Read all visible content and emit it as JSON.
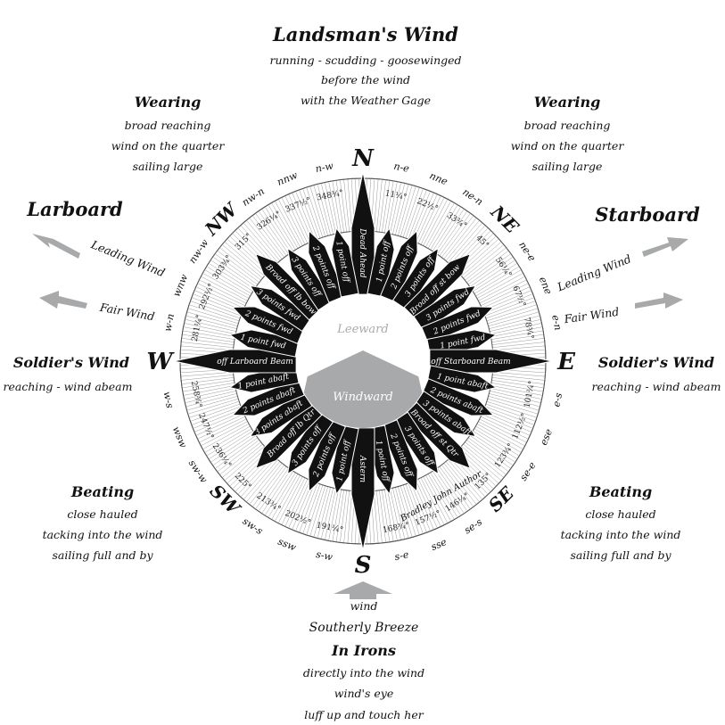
{
  "title_block": {
    "heading": "Landsman's Wind",
    "lines": [
      "running - scudding - goosewinged",
      "before the wind",
      "with the Weather Gage"
    ]
  },
  "wearing_left": {
    "heading": "Wearing",
    "lines": [
      "broad reaching",
      "wind on the quarter",
      "sailing large"
    ]
  },
  "wearing_right": {
    "heading": "Wearing",
    "lines": [
      "broad reaching",
      "wind on the quarter",
      "sailing large"
    ]
  },
  "larboard": {
    "heading": "Larboard",
    "leading": "Leading Wind",
    "fair": "Fair Wind"
  },
  "starboard": {
    "heading": "Starboard",
    "leading": "Leading Wind",
    "fair": "Fair Wind"
  },
  "soldier_left": {
    "heading": "Soldier's Wind",
    "line": "reaching - wind abeam"
  },
  "soldier_right": {
    "heading": "Soldier's Wind",
    "line": "reaching - wind abeam"
  },
  "beating_left": {
    "heading": "Beating",
    "lines": [
      "close hauled",
      "tacking into the wind",
      "sailing full and by"
    ]
  },
  "beating_right": {
    "heading": "Beating",
    "lines": [
      "close hauled",
      "tacking into the wind",
      "sailing full and by"
    ]
  },
  "bottom_block": {
    "wind": "wind",
    "breeze": "Southerly Breeze",
    "heading": "In Irons",
    "lines": [
      "directly into the wind",
      "wind's eye",
      "luff up and touch her"
    ]
  },
  "center": {
    "leeward": "Leeward",
    "windward": "Windward",
    "signature": "Bradley John Author"
  },
  "compass_points": [
    "N",
    "n-e",
    "nne",
    "ne-n",
    "NE",
    "ne-e",
    "ene",
    "e-n",
    "E",
    "e-s",
    "ese",
    "se-e",
    "SE",
    "se-s",
    "sse",
    "s-e",
    "S",
    "s-w",
    "ssw",
    "sw-s",
    "SW",
    "sw-w",
    "wsw",
    "w-s",
    "W",
    "w-n",
    "wnw",
    "nw-w",
    "NW",
    "nw-n",
    "nnw",
    "n-w"
  ],
  "degrees": [
    "",
    "11¼°",
    "22½°",
    "33¾°",
    "45°",
    "56¼°",
    "67½°",
    "78¾°",
    "",
    "101¼°",
    "112½°",
    "123¾°",
    "135°",
    "146¼°",
    "157½°",
    "168¾°",
    "",
    "191¼°",
    "202½°",
    "213¾°",
    "225°",
    "236¼°",
    "247½°",
    "258¾°",
    "",
    "281¼°",
    "292½°",
    "303¾°",
    "315°",
    "326¼°",
    "337½°",
    "348¾°"
  ],
  "spikes": [
    "Dead Ahead",
    "1 point off",
    "2 points off",
    "3 points off",
    "Broad off st bow",
    "3 points fwd",
    "2 points fwd",
    "1 point fwd",
    "off Starboard Beam",
    "1 point abaft",
    "2 points abaft",
    "3 points abaft",
    "Broad off st Qtr",
    "3 points off",
    "2 points off",
    "1 point off",
    "Astern",
    "1 point off",
    "2 points off",
    "3 points off",
    "Broad off lb Qtr",
    "3 points abaft",
    "2 points abaft",
    "1 point abaft",
    "off Larboard Beam",
    "1 point fwd",
    "2 points fwd",
    "3 points fwd",
    "Broad off lb bow",
    "3 points off",
    "2 points off",
    "1 point off"
  ],
  "colors": {
    "spike": "#111111",
    "windward": "#a7a9ab",
    "arrow": "#a7a9ab",
    "hatch": "#9a9a9a"
  }
}
